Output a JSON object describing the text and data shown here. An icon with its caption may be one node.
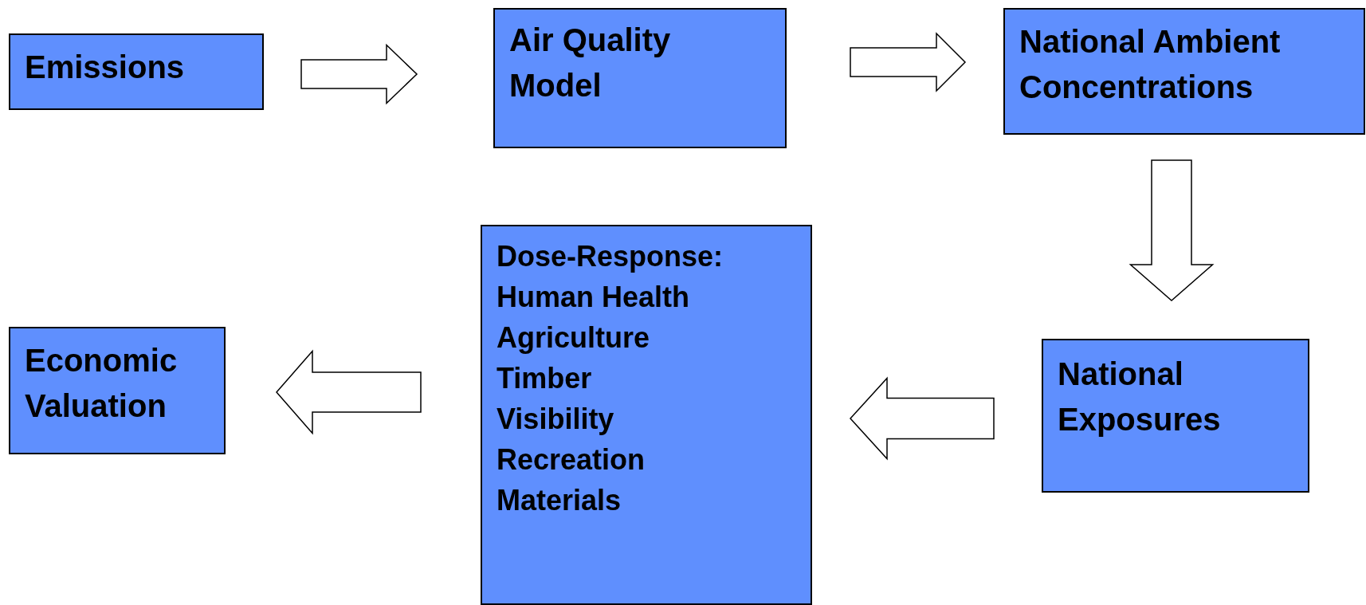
{
  "diagram": {
    "nodes": [
      {
        "text": [
          "Emissions"
        ]
      },
      {
        "text": [
          "Air Quality Model"
        ]
      },
      {
        "text": [
          "National Ambient Concentrations"
        ]
      },
      {
        "text": [
          "National Exposures"
        ]
      },
      {
        "text": [
          "Dose-Response:",
          "Human Health",
          "Agriculture",
          "Timber",
          "Visibility",
          "Recreation",
          "Materials"
        ]
      },
      {
        "text": [
          "Economic Valuation"
        ]
      }
    ],
    "edges": [
      {
        "from": 0,
        "to": 1,
        "arrow": "to"
      },
      {
        "from": 1,
        "to": 2,
        "arrow": "to"
      },
      {
        "from": 2,
        "to": 3,
        "arrow": "to"
      },
      {
        "from": 3,
        "to": 4,
        "arrow": "to"
      },
      {
        "from": 4,
        "to": 5,
        "arrow": "to"
      }
    ]
  }
}
